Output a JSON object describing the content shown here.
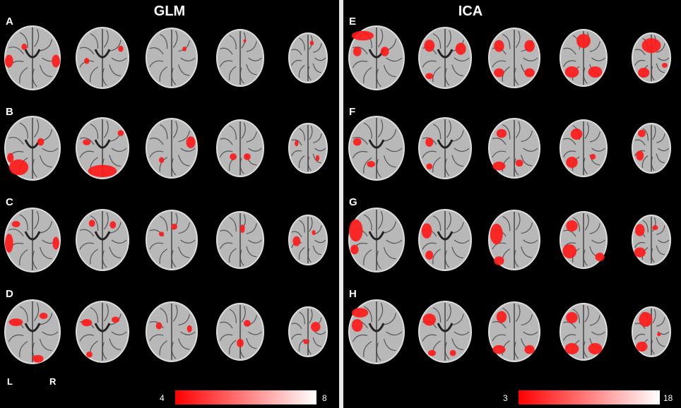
{
  "left_panel": {
    "title": "GLM",
    "rows": [
      "A",
      "B",
      "C",
      "D"
    ],
    "orientation": {
      "left": "L",
      "right": "R"
    },
    "colorbar": {
      "min": "4",
      "max": "8",
      "color_low": "#ff0000",
      "color_high": "#ffffff"
    }
  },
  "right_panel": {
    "title": "ICA",
    "rows": [
      "E",
      "F",
      "G",
      "H"
    ],
    "colorbar": {
      "min": "3",
      "max": "18",
      "color_low": "#ff0000",
      "color_high": "#ffffff"
    }
  },
  "colors": {
    "background": "#000000",
    "divider": "#e8e8e8",
    "activation": "#ff1a1a",
    "brain_tissue": "#b8b8b8"
  }
}
